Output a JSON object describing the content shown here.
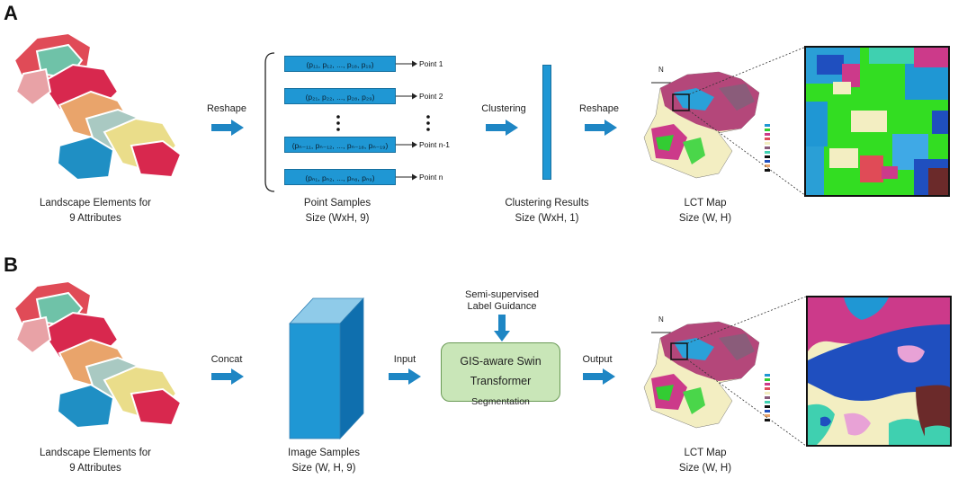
{
  "panel_a": {
    "label": "A",
    "landscape_caption_1": "Landscape Elements for",
    "landscape_caption_2": "9 Attributes",
    "reshape_label_1": "Reshape",
    "points": [
      {
        "text": "(p₁₁, p₁₂, ..., p₁₈, p₁₉)",
        "label": "Point 1"
      },
      {
        "text": "(p₂₁, p₂₂, ..., p₂₈, p₂₉)",
        "label": "Point 2"
      },
      {
        "text": "(pₙ₋₁₁, pₙ₋₁₂, ..., pₙ₋₁₈, pₙ₋₁₉)",
        "label": "Point n-1"
      },
      {
        "text": "(pₙ₁, pₙ₂, ..., pₙ₈, pₙ₉)",
        "label": "Point n"
      }
    ],
    "samples_caption_1": "Point Samples",
    "samples_caption_2": "Size (WxH, 9)",
    "clustering_label": "Clustering",
    "clustering_caption_1": "Clustering Results",
    "clustering_caption_2": "Size (WxH, 1)",
    "reshape_label_2": "Reshape",
    "map_caption_1": "LCT Map",
    "map_caption_2": "Size (W, H)"
  },
  "panel_b": {
    "label": "B",
    "landscape_caption_1": "Landscape Elements for",
    "landscape_caption_2": "9 Attributes",
    "concat_label": "Concat",
    "image_caption_1": "Image Samples",
    "image_caption_2": "Size (W, H, 9)",
    "input_label": "Input",
    "guidance_1": "Semi-supervised",
    "guidance_2": "Label Guidance",
    "seg_line_1": "GIS-aware Swin",
    "seg_line_2a": "Transformer ",
    "seg_line_2b": "Segmentation",
    "output_label": "Output",
    "map_caption_1": "LCT Map",
    "map_caption_2": "Size (W, H)"
  },
  "colors": {
    "arrow": "#1e86c4",
    "point_box": "#1f97d4",
    "cube_front": "#1f97d4",
    "cube_top": "#8fcbe9",
    "cube_side": "#0f6fae",
    "seg_box": "#c9e6b8"
  }
}
